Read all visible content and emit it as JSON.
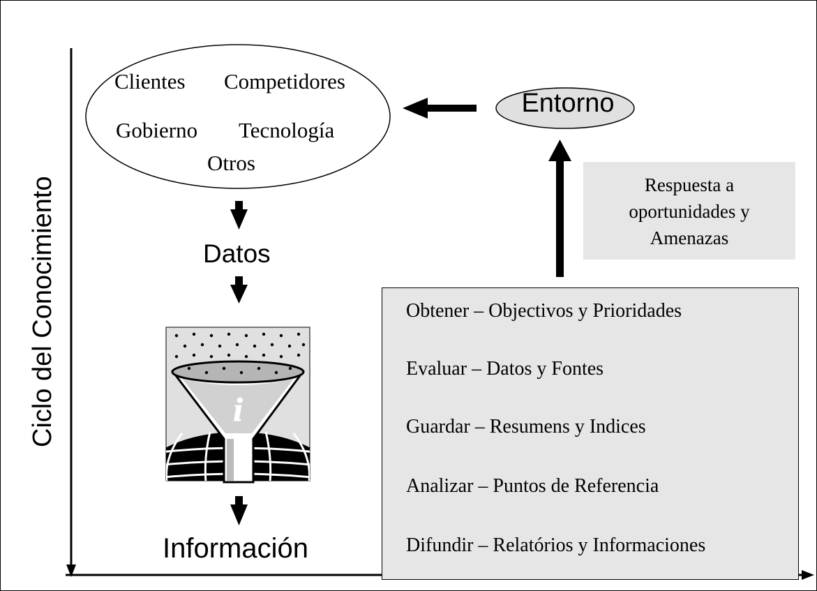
{
  "diagram": {
    "axis_label": "Ciclo del Conocimiento",
    "environment_sources": [
      "Clientes",
      "Competidores",
      "Gobierno",
      "Tecnología",
      "Otros"
    ],
    "environment": "Entorno",
    "data": "Datos",
    "information": "Información",
    "response_lines": [
      "Respuesta a",
      "oportunidades y",
      "Amenazas"
    ],
    "steps": [
      "Obtener – Objectivos y Prioridades",
      "Evaluar – Datos y Fontes",
      "Guardar – Resumens y Indices",
      "Analizar – Puntos de Referencia",
      "Difundir – Relatórios y Informaciones"
    ],
    "icon": "information-funnel-globe-icon",
    "icon_glyph": "i",
    "colors": {
      "box_fill": "#e6e6e6",
      "ellipse_fill": "#e0e0e0",
      "line": "#000000"
    }
  }
}
